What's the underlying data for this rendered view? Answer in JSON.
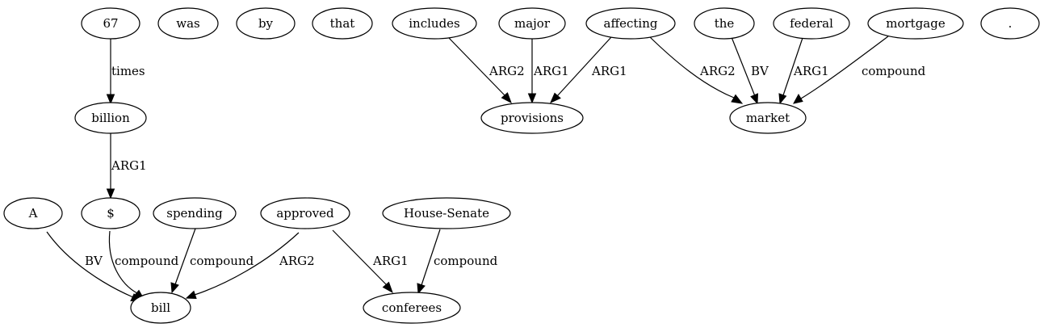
{
  "nodes": {
    "n67": "67",
    "was": "was",
    "by": "by",
    "that": "that",
    "includes": "includes",
    "major": "major",
    "affecting": "affecting",
    "the": "the",
    "federal": "federal",
    "mortgage": "mortgage",
    "period": ".",
    "billion": "billion",
    "provisions": "provisions",
    "market": "market",
    "A": "A",
    "dollar": "$",
    "spending": "spending",
    "approved": "approved",
    "house_senate": "House-Senate",
    "bill": "bill",
    "conferees": "conferees"
  },
  "edges": {
    "n67_billion": "times",
    "billion_dollar": "ARG1",
    "includes_provisions": "ARG2",
    "major_provisions": "ARG1",
    "affecting_provisions": "ARG1",
    "affecting_market": "ARG2",
    "the_market": "BV",
    "federal_market": "ARG1",
    "mortgage_market": "compound",
    "A_bill": "BV",
    "dollar_bill": "compound",
    "spending_bill": "compound",
    "approved_bill": "ARG2",
    "approved_conferees": "ARG1",
    "house_senate_conferees": "compound"
  }
}
